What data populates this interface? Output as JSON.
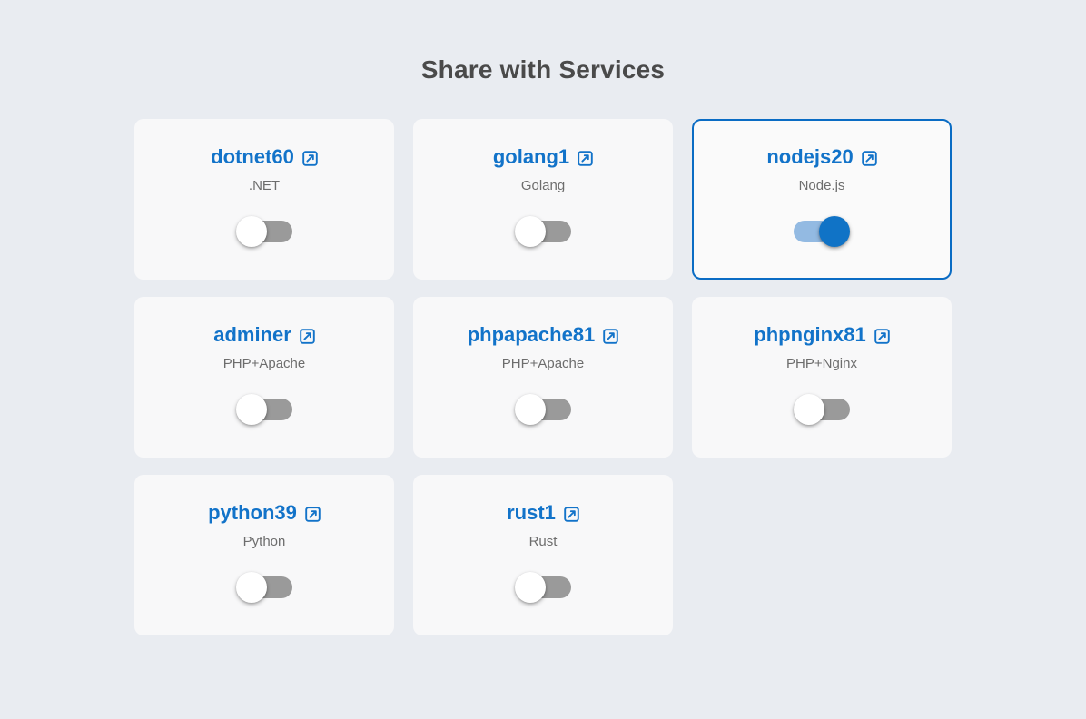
{
  "header": {
    "title": "Share with Services"
  },
  "colors": {
    "page_background": "#e9ecf1",
    "card_background": "#f8f8f9",
    "link_blue": "#1273c9",
    "selected_border": "#0a6cc4",
    "toggle_off_track": "#9a9a9a",
    "toggle_on_track": "#93bae2",
    "toggle_on_knob": "#1073c6",
    "subtitle_gray": "#6d6d6d",
    "title_gray": "#4a4a4a"
  },
  "icons": {
    "external_link": "external-link-icon"
  },
  "services": [
    {
      "name": "dotnet60",
      "stack": ".NET",
      "enabled": false,
      "selected": false,
      "toggle_state": "off"
    },
    {
      "name": "golang1",
      "stack": "Golang",
      "enabled": false,
      "selected": false,
      "toggle_state": "off"
    },
    {
      "name": "nodejs20",
      "stack": "Node.js",
      "enabled": true,
      "selected": true,
      "toggle_state": "on"
    },
    {
      "name": "adminer",
      "stack": "PHP+Apache",
      "enabled": false,
      "selected": false,
      "toggle_state": "off"
    },
    {
      "name": "phpapache81",
      "stack": "PHP+Apache",
      "enabled": false,
      "selected": false,
      "toggle_state": "off"
    },
    {
      "name": "phpnginx81",
      "stack": "PHP+Nginx",
      "enabled": false,
      "selected": false,
      "toggle_state": "off"
    },
    {
      "name": "python39",
      "stack": "Python",
      "enabled": false,
      "selected": false,
      "toggle_state": "off"
    },
    {
      "name": "rust1",
      "stack": "Rust",
      "enabled": false,
      "selected": false,
      "toggle_state": "off"
    }
  ]
}
